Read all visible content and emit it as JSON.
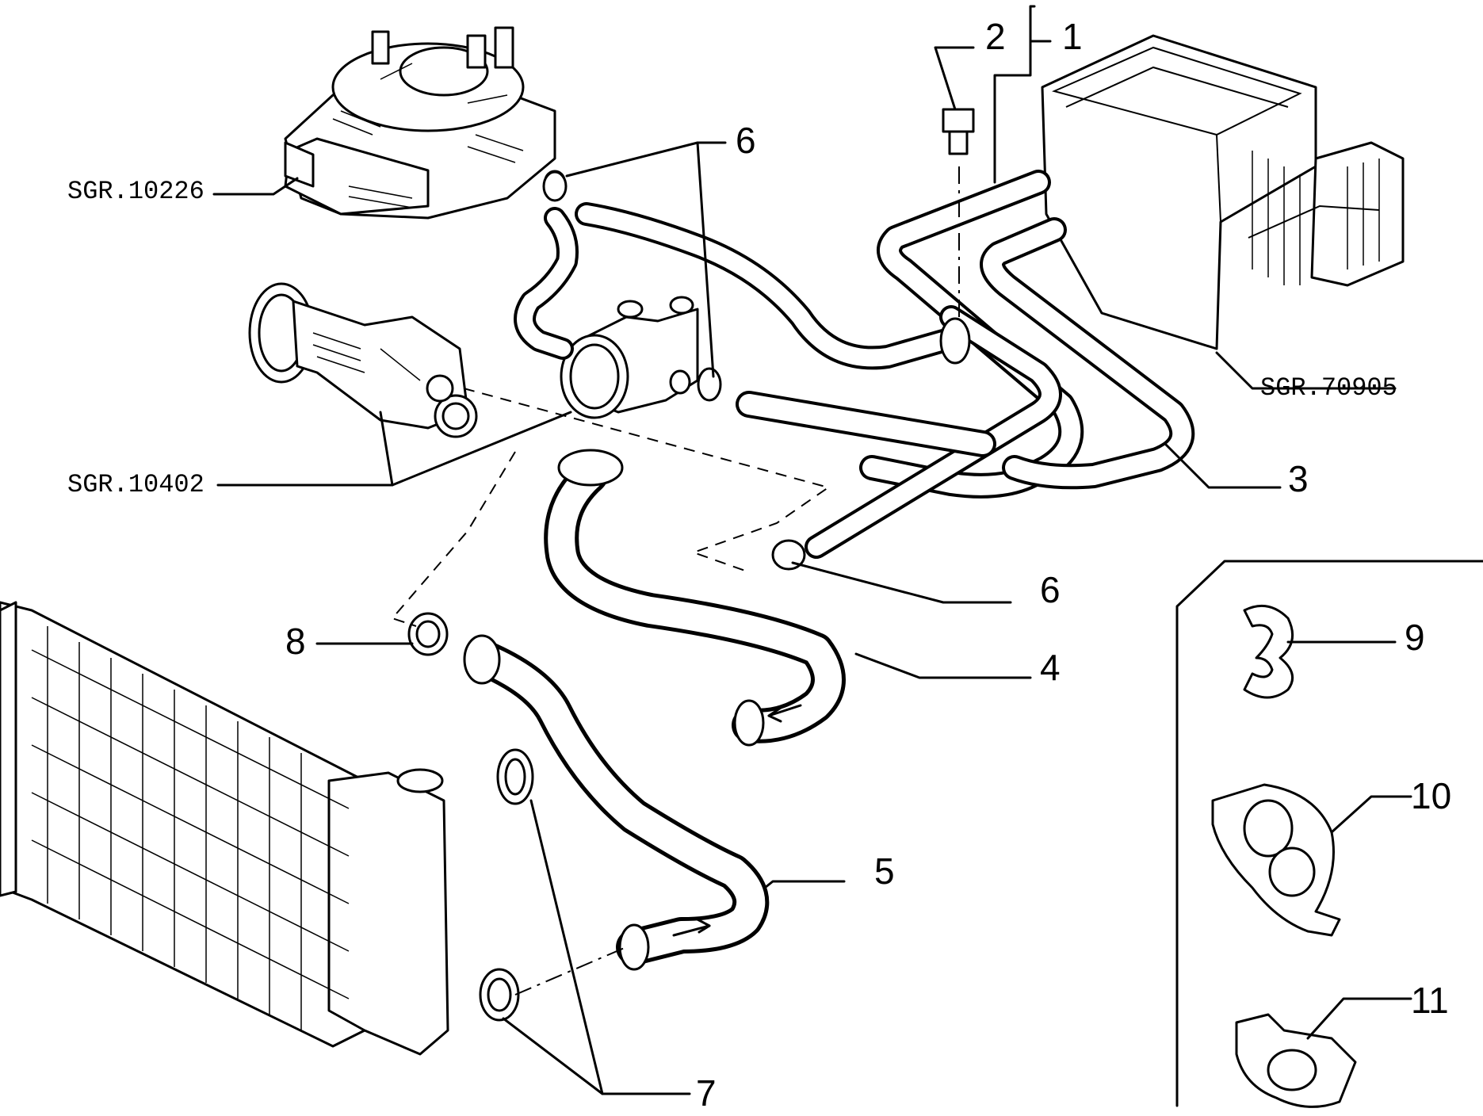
{
  "callouts": {
    "c1": "1",
    "c2": "2",
    "c3": "3",
    "c4": "4",
    "c5": "5",
    "c6a": "6",
    "c6b": "6",
    "c7": "7",
    "c8": "8",
    "c9": "9",
    "c10": "10",
    "c11": "11"
  },
  "references": {
    "carburettor": "SGR.10226",
    "water_pump": "SGR.10402",
    "heater": "SGR.70905"
  }
}
